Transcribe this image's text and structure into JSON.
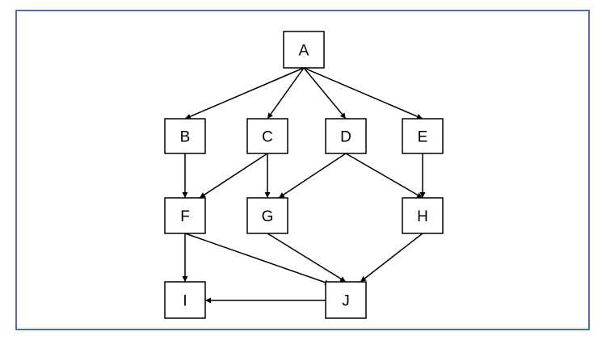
{
  "diagram": {
    "frame_color": "#4a72b5",
    "node_color": "#ffffff",
    "line_color": "#000000",
    "nodes": [
      {
        "id": "A",
        "label": "A"
      },
      {
        "id": "B",
        "label": "B"
      },
      {
        "id": "C",
        "label": "C"
      },
      {
        "id": "D",
        "label": "D"
      },
      {
        "id": "E",
        "label": "E"
      },
      {
        "id": "F",
        "label": "F"
      },
      {
        "id": "G",
        "label": "G"
      },
      {
        "id": "H",
        "label": "H"
      },
      {
        "id": "I",
        "label": "I"
      },
      {
        "id": "J",
        "label": "J"
      }
    ],
    "edges": [
      {
        "from": "A",
        "to": "B"
      },
      {
        "from": "A",
        "to": "C"
      },
      {
        "from": "A",
        "to": "D"
      },
      {
        "from": "A",
        "to": "E"
      },
      {
        "from": "B",
        "to": "F"
      },
      {
        "from": "C",
        "to": "F"
      },
      {
        "from": "C",
        "to": "G"
      },
      {
        "from": "D",
        "to": "G"
      },
      {
        "from": "D",
        "to": "H"
      },
      {
        "from": "E",
        "to": "H"
      },
      {
        "from": "F",
        "to": "I"
      },
      {
        "from": "F",
        "to": "J"
      },
      {
        "from": "G",
        "to": "J"
      },
      {
        "from": "H",
        "to": "J"
      },
      {
        "from": "J",
        "to": "I"
      }
    ]
  }
}
